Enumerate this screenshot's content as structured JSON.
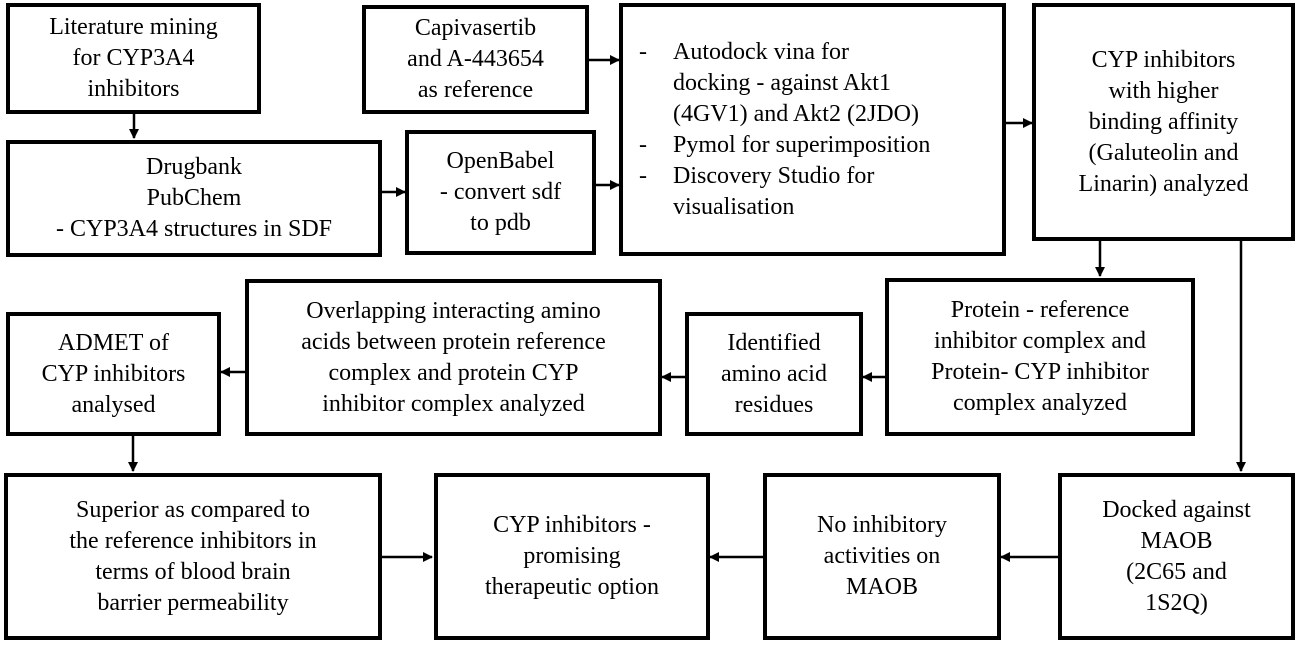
{
  "nodes": {
    "literature": {
      "lines": [
        "Literature mining",
        "for CYP3A4",
        "inhibitors"
      ]
    },
    "drugbank": {
      "lines": [
        "Drugbank",
        "PubChem",
        "- CYP3A4 structures in SDF"
      ]
    },
    "capivasertib": {
      "lines": [
        "Capivasertib",
        "and A-443654",
        "as reference"
      ]
    },
    "openbabel": {
      "lines": [
        "OpenBabel",
        "- convert sdf",
        "to pdb"
      ]
    },
    "tools": {
      "items": [
        {
          "lines": [
            "Autodock vina for",
            "docking - against Akt1",
            "(4GV1) and Akt2 (2JDO)"
          ]
        },
        {
          "lines": [
            "Pymol for superimposition"
          ]
        },
        {
          "lines": [
            "Discovery Studio for",
            "visualisation"
          ]
        }
      ]
    },
    "cyp_higher": {
      "lines": [
        "CYP inhibitors",
        "with higher",
        "binding affinity",
        "(Galuteolin and",
        "Linarin) analyzed"
      ]
    },
    "protein_ref": {
      "lines": [
        "Protein - reference",
        "inhibitor complex and",
        "Protein- CYP inhibitor",
        "complex analyzed"
      ]
    },
    "identified": {
      "lines": [
        "Identified",
        "amino acid",
        "residues"
      ]
    },
    "overlapping": {
      "lines": [
        "Overlapping interacting amino",
        "acids between protein reference",
        "complex and protein CYP",
        "inhibitor complex analyzed"
      ]
    },
    "admet": {
      "lines": [
        "ADMET of",
        "CYP inhibitors",
        "analysed"
      ]
    },
    "superior": {
      "lines": [
        "Superior as compared to",
        "the reference inhibitors in",
        "terms of blood brain",
        "barrier permeability"
      ]
    },
    "promising": {
      "lines": [
        "CYP inhibitors -",
        "promising",
        "therapeutic option"
      ]
    },
    "no_inhibitory": {
      "lines": [
        "No inhibitory",
        "activities on",
        "MAOB"
      ]
    },
    "docked": {
      "lines": [
        "Docked against",
        "MAOB",
        "(2C65 and",
        "1S2Q)"
      ]
    }
  },
  "edges": [
    [
      "literature",
      "drugbank"
    ],
    [
      "drugbank",
      "openbabel"
    ],
    [
      "capivasertib",
      "tools"
    ],
    [
      "openbabel",
      "tools"
    ],
    [
      "tools",
      "cyp_higher"
    ],
    [
      "cyp_higher",
      "protein_ref"
    ],
    [
      "cyp_higher",
      "docked"
    ],
    [
      "protein_ref",
      "identified"
    ],
    [
      "identified",
      "overlapping"
    ],
    [
      "overlapping",
      "admet"
    ],
    [
      "admet",
      "superior"
    ],
    [
      "superior",
      "promising"
    ],
    [
      "docked",
      "no_inhibitory"
    ],
    [
      "no_inhibitory",
      "promising"
    ]
  ]
}
